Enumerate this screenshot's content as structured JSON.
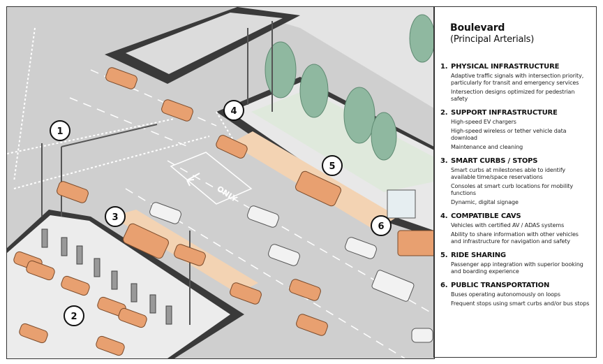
{
  "panel": {
    "title": "Boulevard",
    "subtitle": "(Principal Arterials)",
    "sections": [
      {
        "number": "1.",
        "heading": "PHYSICAL INFRASTRUCTURE",
        "items": [
          "Adaptive traffic signals with intersection priority, particularly for transit and emergency services",
          "Intersection designs optimized for pedestrian safety"
        ]
      },
      {
        "number": "2.",
        "heading": "SUPPORT INFRASTRUCTURE",
        "items": [
          "High-speed EV chargers",
          "High-speed wireless or tether vehicle data download",
          "Maintenance and cleaning"
        ]
      },
      {
        "number": "3.",
        "heading": "SMART CURBS / STOPS",
        "items": [
          "Smart curbs at milestones able to identify available time/space reservations",
          "Consoles at smart curb locations for mobility functions",
          "Dynamic, digital signage"
        ]
      },
      {
        "number": "4.",
        "heading": "COMPATIBLE CAVS",
        "items": [
          "Vehicles with certified AV / ADAS systems",
          "Ability to share information with other vehicles and infrastructure for navigation and safety"
        ]
      },
      {
        "number": "5.",
        "heading": "RIDE SHARING",
        "items": [
          "Passenger app integration with superior booking and boarding experience"
        ]
      },
      {
        "number": "6.",
        "heading": "PUBLIC TRANSPORTATION",
        "items": [
          "Buses operating autonomously on loops",
          "Frequent stops using smart curbs and/or bus stops"
        ]
      }
    ]
  },
  "illustration": {
    "callouts": [
      "1",
      "2",
      "3",
      "4",
      "5",
      "6"
    ],
    "road_marking": "ONLY",
    "colors": {
      "vehicle": "#e8a070",
      "road": "#cfcfcf",
      "sidewalk": "#ececec",
      "curb": "#3a3a3a",
      "smart_curb": "#f3d3b3",
      "tree": "#8fb8a0"
    }
  }
}
